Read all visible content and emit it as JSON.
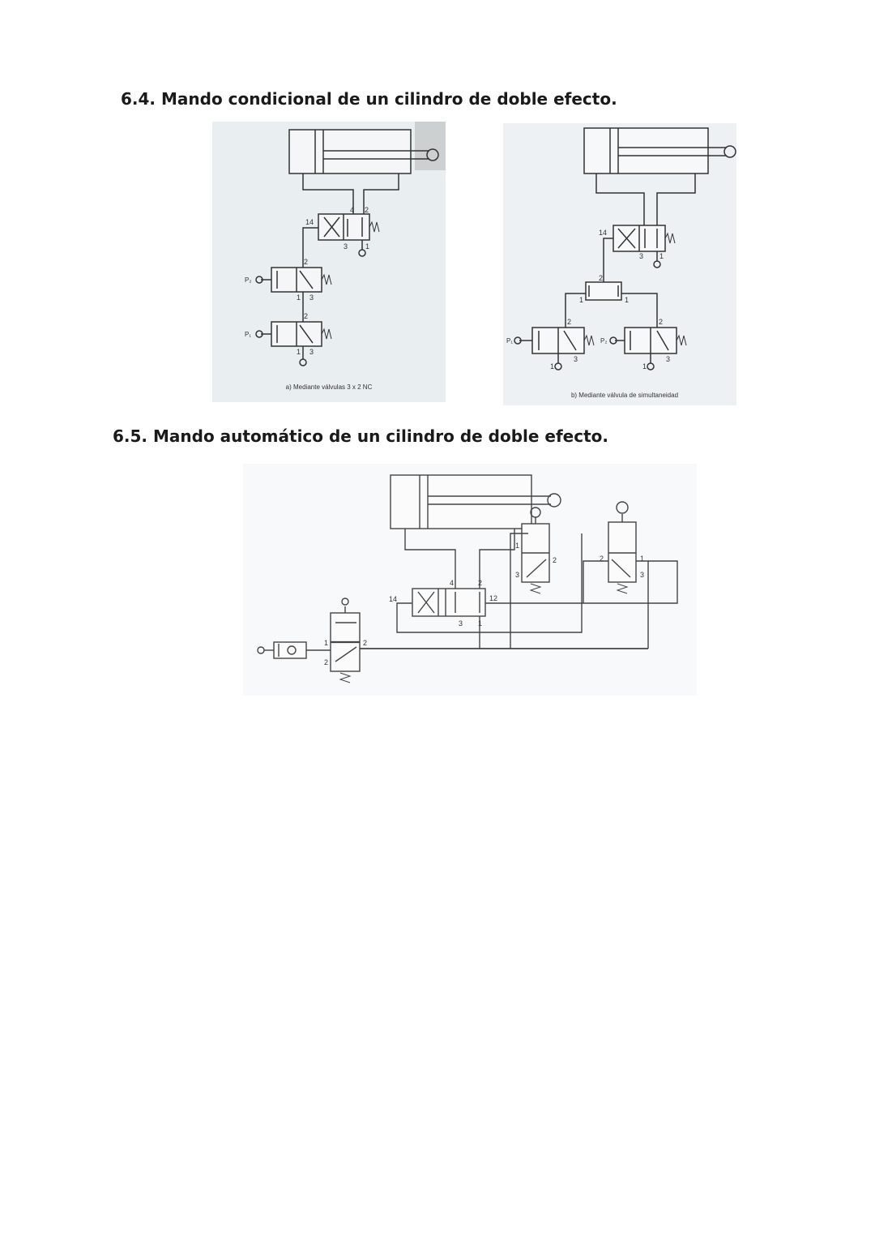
{
  "sections": [
    {
      "title": "6.4. Mando condicional de un cilindro de doble efecto.",
      "figures": [
        {
          "caption": "a) Mediante válvulas 3 x 2 NC",
          "ports": {
            "p14": "14",
            "p4": "4",
            "p2": "2",
            "p3": "3",
            "p1": "1"
          },
          "valve_p2": {
            "label": "P₂",
            "out": "2",
            "in": "1",
            "exh": "3"
          },
          "valve_p1": {
            "label": "P₁",
            "out": "2",
            "in": "1",
            "exh": "3"
          }
        },
        {
          "caption": "b) Mediante válvula de simultaneidad",
          "ports": {
            "p14": "14",
            "p3": "3",
            "p1": "1"
          },
          "and_valve": {
            "out": "2",
            "in_left": "1",
            "in_right": "1"
          },
          "valve_p1": {
            "label": "P₁",
            "out": "2",
            "in": "1",
            "exh": "3"
          },
          "valve_p2": {
            "label": "P₂",
            "out": "2",
            "in": "1",
            "exh": "3"
          }
        }
      ]
    },
    {
      "title": "6.5. Mando automático de un cilindro de doble efecto.",
      "figures": [
        {
          "main_valve": {
            "p14": "14",
            "p12": "12",
            "p4": "4",
            "p2": "2",
            "p3": "3",
            "p1": "1"
          },
          "start_valve": {
            "p1": "1",
            "p2": "2",
            "p3": "2"
          },
          "limit_a": {
            "p1": "1",
            "p2": "2",
            "p3": "3"
          },
          "limit_b": {
            "p1": "1",
            "p2": "2",
            "p3": "3"
          }
        }
      ]
    }
  ]
}
